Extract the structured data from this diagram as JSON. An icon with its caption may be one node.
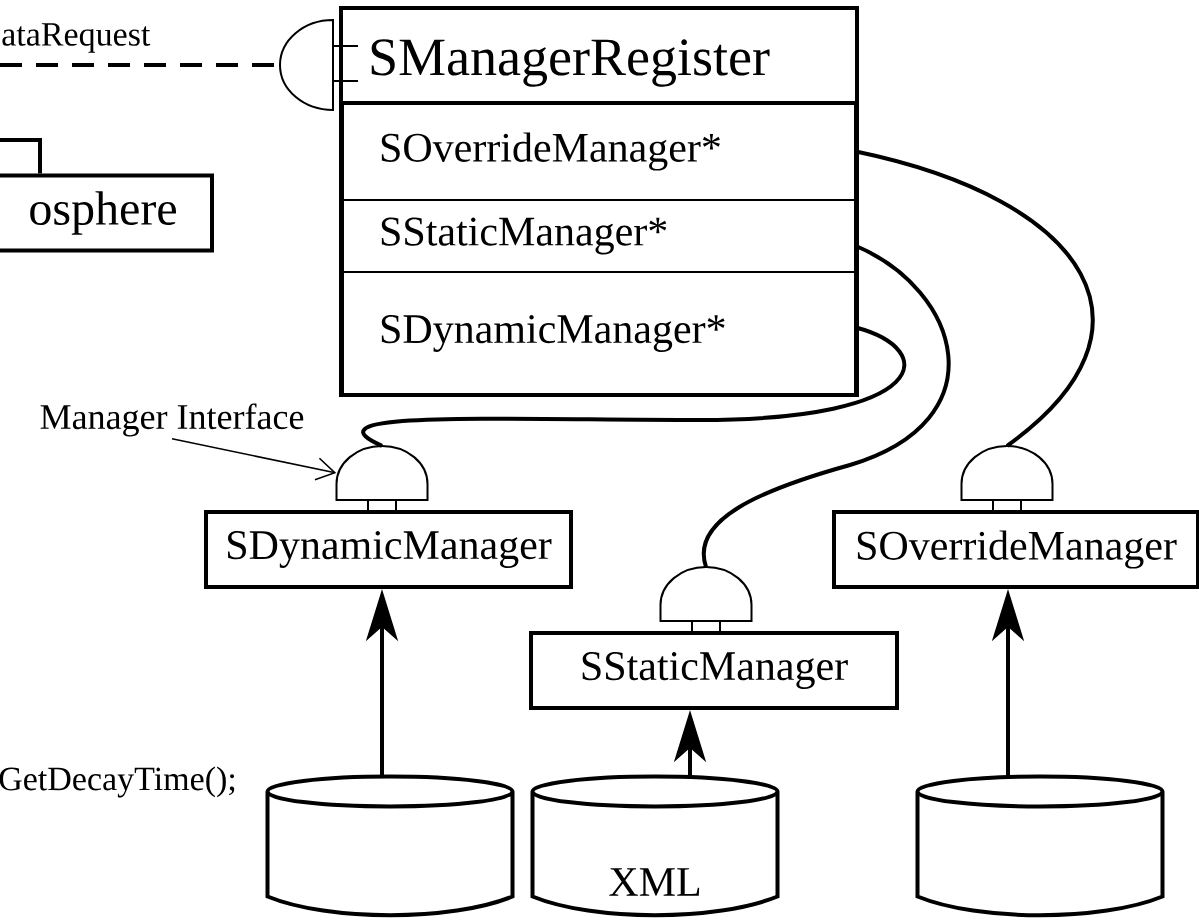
{
  "diagram": {
    "nodes": [
      {
        "text": [
          "osphere"
        ]
      },
      {
        "text": [
          "SManagerRegister"
        ]
      },
      {
        "text": [
          "SOverrideManager*"
        ],
        "in": 1
      },
      {
        "text": [
          "SStaticManager*"
        ],
        "in": 1
      },
      {
        "text": [
          "SDynamicManager*"
        ],
        "in": 1
      },
      {
        "text": [],
        "shape": "semicircle"
      },
      {
        "text": [
          "Manager Interface"
        ]
      },
      {
        "text": [],
        "shape": "semicircle"
      },
      {
        "text": [],
        "shape": "semicircle"
      },
      {
        "text": [
          "SDynamicManager"
        ]
      },
      {
        "text": [
          "SOverrideManager"
        ]
      },
      {
        "text": [],
        "shape": "semicircle"
      },
      {
        "text": [
          "SStaticManager"
        ]
      },
      {
        "text": [],
        "shape": "cylinder"
      },
      {
        "text": [
          "XML"
        ]
      },
      {
        "text": [],
        "shape": "cylinder"
      }
    ],
    "edges": [
      {
        "from": null,
        "to": 0,
        "arrow": "none"
      },
      {
        "from": null,
        "to": 5,
        "arrow": "none",
        "style": "dashed",
        "label": "ataRequest"
      },
      {
        "from": 2,
        "to": 8,
        "arrow": "none"
      },
      {
        "from": 3,
        "to": 11,
        "arrow": "none"
      },
      {
        "from": 4,
        "to": 7,
        "arrow": "none"
      },
      {
        "from": 6,
        "to": 7,
        "arrow": "to"
      },
      {
        "from": 13,
        "to": 9,
        "arrow": "to"
      },
      {
        "from": 14,
        "to": 12,
        "arrow": "to"
      },
      {
        "from": 15,
        "to": 10,
        "arrow": "to"
      }
    ],
    "labels": [
      "GetDecayTime();"
    ]
  }
}
